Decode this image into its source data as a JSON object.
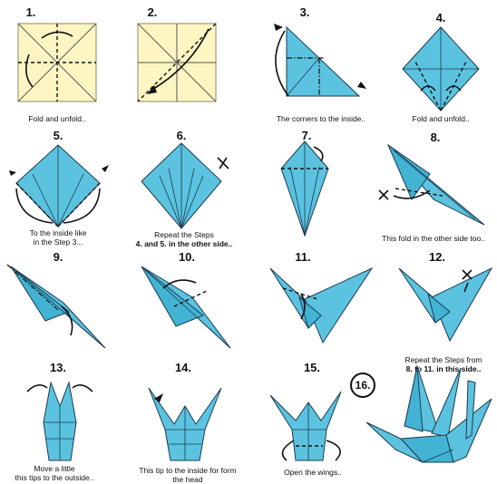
{
  "steps": [
    {
      "number": "1.",
      "caption_lines": [
        "Fold and unfold.."
      ]
    },
    {
      "number": "2.",
      "caption_lines": []
    },
    {
      "number": "3.",
      "caption_lines": [
        "The corners to the inside.."
      ]
    },
    {
      "number": "4.",
      "caption_lines": [
        "Fold and unfold.."
      ]
    },
    {
      "number": "5.",
      "caption_lines": [
        "To the inside like",
        "in the Step 3..."
      ]
    },
    {
      "number": "6.",
      "caption_lines": [
        "Repeat the Steps",
        "4. and 5. in the other side.."
      ]
    },
    {
      "number": "7.",
      "caption_lines": []
    },
    {
      "number": "8.",
      "caption_lines": [
        "This fold in the other side too.."
      ]
    },
    {
      "number": "9.",
      "caption_lines": []
    },
    {
      "number": "10.",
      "caption_lines": []
    },
    {
      "number": "11.",
      "caption_lines": []
    },
    {
      "number": "12.",
      "caption_lines": [
        "Repeat the Steps from",
        "8. to 11. in this side.."
      ]
    },
    {
      "number": "13.",
      "caption_lines": [
        "Move a little",
        "this tips to the outside.."
      ]
    },
    {
      "number": "14.",
      "caption_lines": [
        "This tip to the inside for form",
        "the head"
      ]
    },
    {
      "number": "15.",
      "caption_lines": [
        "Open the wings.."
      ]
    },
    {
      "number": "16.",
      "caption_lines": []
    }
  ],
  "colors": {
    "paper": "#fdf6c3",
    "model": "#5bc3df",
    "line": "#1c3a52"
  }
}
